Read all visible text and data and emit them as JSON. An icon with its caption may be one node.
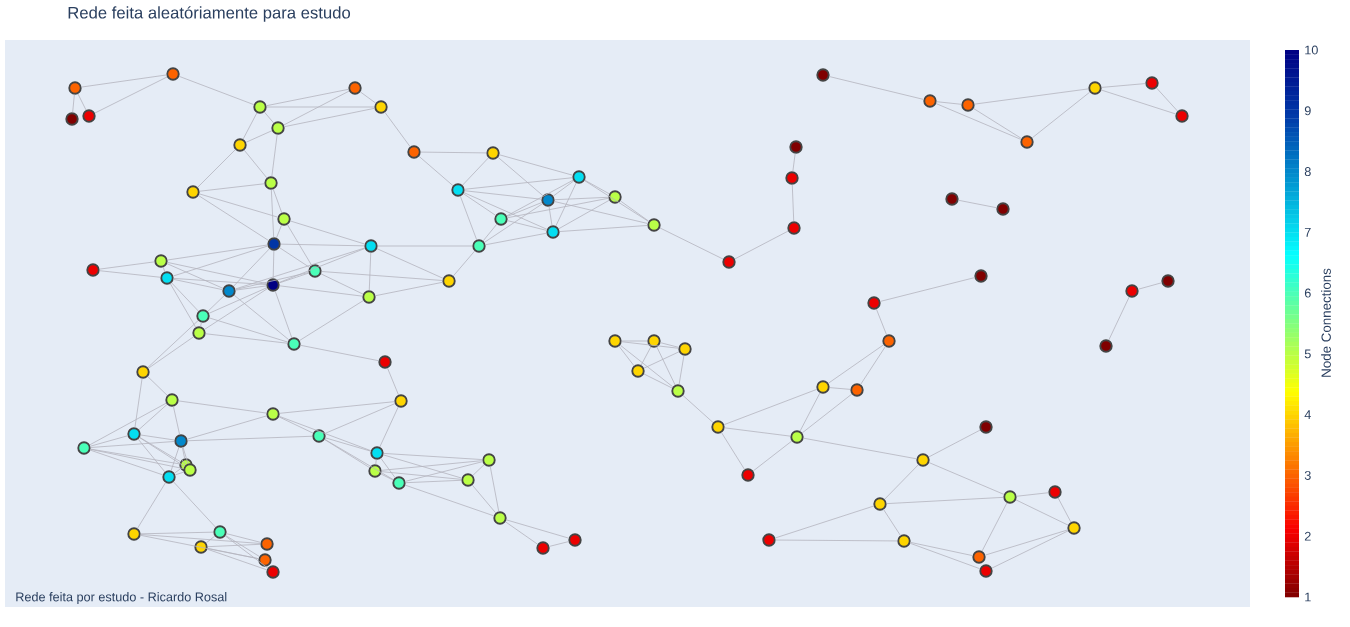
{
  "diagram": {
    "title": "Rede feita aleatóriamente para estudo",
    "caption": "Rede feita por estudo - Ricardo Rosal",
    "nodes": [
      {
        "text": [],
        "shape": "circle"
      },
      {
        "text": [],
        "shape": "circle"
      },
      {
        "text": [],
        "shape": "circle"
      },
      {
        "text": [],
        "shape": "circle"
      },
      {
        "text": [],
        "shape": "circle"
      },
      {
        "text": [],
        "shape": "circle"
      },
      {
        "text": [],
        "shape": "circle"
      },
      {
        "text": [],
        "shape": "circle"
      },
      {
        "text": [],
        "shape": "circle"
      },
      {
        "text": [],
        "shape": "circle"
      },
      {
        "text": [],
        "shape": "circle"
      },
      {
        "text": [],
        "shape": "circle"
      },
      {
        "text": [],
        "shape": "circle"
      },
      {
        "text": [],
        "shape": "circle"
      },
      {
        "text": [],
        "shape": "circle"
      },
      {
        "text": [],
        "shape": "circle"
      },
      {
        "text": [],
        "shape": "circle"
      },
      {
        "text": [],
        "shape": "circle"
      },
      {
        "text": [],
        "shape": "circle"
      },
      {
        "text": [],
        "shape": "circle"
      },
      {
        "text": [],
        "shape": "circle"
      },
      {
        "text": [],
        "shape": "circle"
      },
      {
        "text": [],
        "shape": "circle"
      },
      {
        "text": [],
        "shape": "circle"
      },
      {
        "text": [],
        "shape": "circle"
      },
      {
        "text": [],
        "shape": "circle"
      },
      {
        "text": [],
        "shape": "circle"
      },
      {
        "text": [],
        "shape": "circle"
      },
      {
        "text": [],
        "shape": "circle"
      },
      {
        "text": [],
        "shape": "circle"
      },
      {
        "text": [],
        "shape": "circle"
      },
      {
        "text": [],
        "shape": "circle"
      },
      {
        "text": [],
        "shape": "circle"
      },
      {
        "text": [],
        "shape": "circle"
      },
      {
        "text": [],
        "shape": "circle"
      },
      {
        "text": [],
        "shape": "circle"
      },
      {
        "text": [],
        "shape": "circle"
      },
      {
        "text": [],
        "shape": "circle"
      },
      {
        "text": [],
        "shape": "circle"
      },
      {
        "text": [],
        "shape": "circle"
      },
      {
        "text": [],
        "shape": "circle"
      },
      {
        "text": [],
        "shape": "circle"
      },
      {
        "text": [],
        "shape": "circle"
      },
      {
        "text": [],
        "shape": "circle"
      },
      {
        "text": [],
        "shape": "circle"
      },
      {
        "text": [],
        "shape": "circle"
      },
      {
        "text": [],
        "shape": "circle"
      },
      {
        "text": [],
        "shape": "circle"
      },
      {
        "text": [],
        "shape": "circle"
      },
      {
        "text": [],
        "shape": "circle"
      },
      {
        "text": [],
        "shape": "circle"
      },
      {
        "text": [],
        "shape": "circle"
      },
      {
        "text": [],
        "shape": "circle"
      },
      {
        "text": [],
        "shape": "circle"
      },
      {
        "text": [],
        "shape": "circle"
      },
      {
        "text": [],
        "shape": "circle"
      },
      {
        "text": [],
        "shape": "circle"
      },
      {
        "text": [],
        "shape": "circle"
      },
      {
        "text": [],
        "shape": "circle"
      },
      {
        "text": [],
        "shape": "circle"
      },
      {
        "text": [],
        "shape": "circle"
      },
      {
        "text": [],
        "shape": "circle"
      },
      {
        "text": [],
        "shape": "circle"
      },
      {
        "text": [],
        "shape": "circle"
      },
      {
        "text": [],
        "shape": "circle"
      },
      {
        "text": [],
        "shape": "circle"
      },
      {
        "text": [],
        "shape": "circle"
      },
      {
        "text": [],
        "shape": "circle"
      },
      {
        "text": [],
        "shape": "circle"
      },
      {
        "text": [],
        "shape": "circle"
      },
      {
        "text": [],
        "shape": "circle"
      },
      {
        "text": [],
        "shape": "circle"
      },
      {
        "text": [],
        "shape": "circle"
      },
      {
        "text": [],
        "shape": "circle"
      },
      {
        "text": [],
        "shape": "circle"
      },
      {
        "text": [],
        "shape": "circle"
      },
      {
        "text": [],
        "shape": "circle"
      },
      {
        "text": [],
        "shape": "circle"
      },
      {
        "text": [],
        "shape": "circle"
      },
      {
        "text": [],
        "shape": "circle"
      },
      {
        "text": [],
        "shape": "circle"
      },
      {
        "text": [],
        "shape": "circle"
      },
      {
        "text": [],
        "shape": "circle"
      },
      {
        "text": [],
        "shape": "circle"
      },
      {
        "text": [],
        "shape": "circle"
      },
      {
        "text": [],
        "shape": "circle"
      },
      {
        "text": [],
        "shape": "circle"
      },
      {
        "text": [],
        "shape": "circle"
      },
      {
        "text": [],
        "shape": "circle"
      },
      {
        "text": [],
        "shape": "circle"
      },
      {
        "text": [],
        "shape": "circle"
      },
      {
        "text": [],
        "shape": "circle"
      },
      {
        "text": [],
        "shape": "circle"
      },
      {
        "text": [],
        "shape": "circle"
      },
      {
        "text": [],
        "shape": "circle"
      },
      {
        "text": [],
        "shape": "circle"
      },
      {
        "text": [],
        "shape": "circle"
      },
      {
        "text": [],
        "shape": "circle"
      },
      {
        "text": [],
        "shape": "circle"
      },
      {
        "text": [],
        "shape": "circle"
      }
    ],
    "edges": [
      {
        "from": 0,
        "to": 1,
        "arrow": "none"
      },
      {
        "from": 0,
        "to": 2,
        "arrow": "none"
      },
      {
        "from": 0,
        "to": 3,
        "arrow": "none"
      },
      {
        "from": 2,
        "to": 3,
        "arrow": "none"
      },
      {
        "from": 3,
        "to": 4,
        "arrow": "none"
      },
      {
        "from": 4,
        "to": 5,
        "arrow": "none"
      },
      {
        "from": 4,
        "to": 6,
        "arrow": "none"
      },
      {
        "from": 4,
        "to": 7,
        "arrow": "none"
      },
      {
        "from": 4,
        "to": 8,
        "arrow": "none"
      },
      {
        "from": 5,
        "to": 7,
        "arrow": "none"
      },
      {
        "from": 5,
        "to": 6,
        "arrow": "none"
      },
      {
        "from": 6,
        "to": 7,
        "arrow": "none"
      },
      {
        "from": 6,
        "to": 9,
        "arrow": "none"
      },
      {
        "from": 7,
        "to": 8,
        "arrow": "none"
      },
      {
        "from": 7,
        "to": 10,
        "arrow": "none"
      },
      {
        "from": 8,
        "to": 10,
        "arrow": "none"
      },
      {
        "from": 8,
        "to": 11,
        "arrow": "none"
      },
      {
        "from": 11,
        "to": 10,
        "arrow": "none"
      },
      {
        "from": 11,
        "to": 12,
        "arrow": "none"
      },
      {
        "from": 11,
        "to": 13,
        "arrow": "none"
      },
      {
        "from": 10,
        "to": 13,
        "arrow": "none"
      },
      {
        "from": 10,
        "to": 12,
        "arrow": "none"
      },
      {
        "from": 12,
        "to": 13,
        "arrow": "none"
      },
      {
        "from": 12,
        "to": 14,
        "arrow": "none"
      },
      {
        "from": 12,
        "to": 20,
        "arrow": "none"
      },
      {
        "from": 13,
        "to": 14,
        "arrow": "none"
      },
      {
        "from": 13,
        "to": 16,
        "arrow": "none"
      },
      {
        "from": 13,
        "to": 17,
        "arrow": "none"
      },
      {
        "from": 13,
        "to": 19,
        "arrow": "none"
      },
      {
        "from": 13,
        "to": 20,
        "arrow": "none"
      },
      {
        "from": 13,
        "to": 18,
        "arrow": "none"
      },
      {
        "from": 14,
        "to": 33,
        "arrow": "none"
      },
      {
        "from": 14,
        "to": 21,
        "arrow": "none"
      },
      {
        "from": 14,
        "to": 22,
        "arrow": "none"
      },
      {
        "from": 14,
        "to": 19,
        "arrow": "none"
      },
      {
        "from": 14,
        "to": 18,
        "arrow": "none"
      },
      {
        "from": 15,
        "to": 16,
        "arrow": "none"
      },
      {
        "from": 15,
        "to": 17,
        "arrow": "none"
      },
      {
        "from": 16,
        "to": 19,
        "arrow": "none"
      },
      {
        "from": 16,
        "to": 18,
        "arrow": "none"
      },
      {
        "from": 16,
        "to": 17,
        "arrow": "none"
      },
      {
        "from": 17,
        "to": 19,
        "arrow": "none"
      },
      {
        "from": 17,
        "to": 18,
        "arrow": "none"
      },
      {
        "from": 17,
        "to": 23,
        "arrow": "none"
      },
      {
        "from": 17,
        "to": 24,
        "arrow": "none"
      },
      {
        "from": 18,
        "to": 19,
        "arrow": "none"
      },
      {
        "from": 18,
        "to": 20,
        "arrow": "none"
      },
      {
        "from": 18,
        "to": 25,
        "arrow": "none"
      },
      {
        "from": 18,
        "to": 23,
        "arrow": "none"
      },
      {
        "from": 19,
        "to": 20,
        "arrow": "none"
      },
      {
        "from": 19,
        "to": 21,
        "arrow": "none"
      },
      {
        "from": 19,
        "to": 25,
        "arrow": "none"
      },
      {
        "from": 19,
        "to": 23,
        "arrow": "none"
      },
      {
        "from": 19,
        "to": 24,
        "arrow": "none"
      },
      {
        "from": 20,
        "to": 22,
        "arrow": "none"
      },
      {
        "from": 20,
        "to": 21,
        "arrow": "none"
      },
      {
        "from": 21,
        "to": 22,
        "arrow": "none"
      },
      {
        "from": 21,
        "to": 25,
        "arrow": "none"
      },
      {
        "from": 22,
        "to": 33,
        "arrow": "none"
      },
      {
        "from": 23,
        "to": 25,
        "arrow": "none"
      },
      {
        "from": 24,
        "to": 25,
        "arrow": "none"
      },
      {
        "from": 23,
        "to": 24,
        "arrow": "none"
      },
      {
        "from": 23,
        "to": 74,
        "arrow": "none"
      },
      {
        "from": 24,
        "to": 74,
        "arrow": "none"
      },
      {
        "from": 25,
        "to": 90,
        "arrow": "none"
      },
      {
        "from": 9,
        "to": 26,
        "arrow": "none"
      },
      {
        "from": 9,
        "to": 27,
        "arrow": "none"
      },
      {
        "from": 26,
        "to": 27,
        "arrow": "none"
      },
      {
        "from": 26,
        "to": 28,
        "arrow": "none"
      },
      {
        "from": 26,
        "to": 29,
        "arrow": "none"
      },
      {
        "from": 27,
        "to": 28,
        "arrow": "none"
      },
      {
        "from": 27,
        "to": 29,
        "arrow": "none"
      },
      {
        "from": 27,
        "to": 32,
        "arrow": "none"
      },
      {
        "from": 27,
        "to": 33,
        "arrow": "none"
      },
      {
        "from": 27,
        "to": 31,
        "arrow": "none"
      },
      {
        "from": 28,
        "to": 29,
        "arrow": "none"
      },
      {
        "from": 28,
        "to": 30,
        "arrow": "none"
      },
      {
        "from": 28,
        "to": 34,
        "arrow": "none"
      },
      {
        "from": 28,
        "to": 32,
        "arrow": "none"
      },
      {
        "from": 28,
        "to": 31,
        "arrow": "none"
      },
      {
        "from": 29,
        "to": 30,
        "arrow": "none"
      },
      {
        "from": 29,
        "to": 31,
        "arrow": "none"
      },
      {
        "from": 29,
        "to": 32,
        "arrow": "none"
      },
      {
        "from": 29,
        "to": 33,
        "arrow": "none"
      },
      {
        "from": 29,
        "to": 34,
        "arrow": "none"
      },
      {
        "from": 30,
        "to": 34,
        "arrow": "none"
      },
      {
        "from": 30,
        "to": 32,
        "arrow": "none"
      },
      {
        "from": 30,
        "to": 31,
        "arrow": "none"
      },
      {
        "from": 31,
        "to": 32,
        "arrow": "none"
      },
      {
        "from": 31,
        "to": 33,
        "arrow": "none"
      },
      {
        "from": 32,
        "to": 33,
        "arrow": "none"
      },
      {
        "from": 32,
        "to": 34,
        "arrow": "none"
      },
      {
        "from": 34,
        "to": 35,
        "arrow": "none"
      },
      {
        "from": 35,
        "to": 38,
        "arrow": "none"
      },
      {
        "from": 36,
        "to": 37,
        "arrow": "none"
      },
      {
        "from": 37,
        "to": 38,
        "arrow": "none"
      },
      {
        "from": 39,
        "to": 40,
        "arrow": "none"
      },
      {
        "from": 40,
        "to": 41,
        "arrow": "none"
      },
      {
        "from": 40,
        "to": 42,
        "arrow": "none"
      },
      {
        "from": 41,
        "to": 42,
        "arrow": "none"
      },
      {
        "from": 41,
        "to": 43,
        "arrow": "none"
      },
      {
        "from": 42,
        "to": 43,
        "arrow": "none"
      },
      {
        "from": 43,
        "to": 44,
        "arrow": "none"
      },
      {
        "from": 43,
        "to": 45,
        "arrow": "none"
      },
      {
        "from": 44,
        "to": 45,
        "arrow": "none"
      },
      {
        "from": 46,
        "to": 47,
        "arrow": "none"
      },
      {
        "from": 48,
        "to": 49,
        "arrow": "none"
      },
      {
        "from": 49,
        "to": 50,
        "arrow": "none"
      },
      {
        "from": 50,
        "to": 51,
        "arrow": "none"
      },
      {
        "from": 50,
        "to": 52,
        "arrow": "none"
      },
      {
        "from": 51,
        "to": 52,
        "arrow": "none"
      },
      {
        "from": 51,
        "to": 53,
        "arrow": "none"
      },
      {
        "from": 51,
        "to": 54,
        "arrow": "none"
      },
      {
        "from": 52,
        "to": 54,
        "arrow": "none"
      },
      {
        "from": 53,
        "to": 54,
        "arrow": "none"
      },
      {
        "from": 53,
        "to": 55,
        "arrow": "none"
      },
      {
        "from": 54,
        "to": 55,
        "arrow": "none"
      },
      {
        "from": 54,
        "to": 56,
        "arrow": "none"
      },
      {
        "from": 56,
        "to": 57,
        "arrow": "none"
      },
      {
        "from": 56,
        "to": 58,
        "arrow": "none"
      },
      {
        "from": 56,
        "to": 59,
        "arrow": "none"
      },
      {
        "from": 58,
        "to": 59,
        "arrow": "none"
      },
      {
        "from": 58,
        "to": 60,
        "arrow": "none"
      },
      {
        "from": 58,
        "to": 61,
        "arrow": "none"
      },
      {
        "from": 60,
        "to": 61,
        "arrow": "none"
      },
      {
        "from": 61,
        "to": 62,
        "arrow": "none"
      },
      {
        "from": 61,
        "to": 63,
        "arrow": "none"
      },
      {
        "from": 59,
        "to": 64,
        "arrow": "none"
      },
      {
        "from": 59,
        "to": 65,
        "arrow": "none"
      },
      {
        "from": 59,
        "to": 62,
        "arrow": "none"
      },
      {
        "from": 64,
        "to": 65,
        "arrow": "none"
      },
      {
        "from": 65,
        "to": 62,
        "arrow": "none"
      },
      {
        "from": 65,
        "to": 63,
        "arrow": "none"
      },
      {
        "from": 66,
        "to": 67,
        "arrow": "none"
      },
      {
        "from": 66,
        "to": 68,
        "arrow": "none"
      },
      {
        "from": 69,
        "to": 70,
        "arrow": "none"
      },
      {
        "from": 69,
        "to": 71,
        "arrow": "none"
      },
      {
        "from": 69,
        "to": 72,
        "arrow": "none"
      },
      {
        "from": 69,
        "to": 73,
        "arrow": "none"
      },
      {
        "from": 70,
        "to": 71,
        "arrow": "none"
      },
      {
        "from": 70,
        "to": 72,
        "arrow": "none"
      },
      {
        "from": 70,
        "to": 73,
        "arrow": "none"
      },
      {
        "from": 71,
        "to": 72,
        "arrow": "none"
      },
      {
        "from": 71,
        "to": 73,
        "arrow": "none"
      },
      {
        "from": 72,
        "to": 73,
        "arrow": "none"
      },
      {
        "from": 73,
        "to": 53,
        "arrow": "none"
      },
      {
        "from": 74,
        "to": 75,
        "arrow": "none"
      },
      {
        "from": 74,
        "to": 78,
        "arrow": "none"
      },
      {
        "from": 75,
        "to": 76,
        "arrow": "none"
      },
      {
        "from": 75,
        "to": 79,
        "arrow": "none"
      },
      {
        "from": 75,
        "to": 80,
        "arrow": "none"
      },
      {
        "from": 75,
        "to": 78,
        "arrow": "none"
      },
      {
        "from": 76,
        "to": 79,
        "arrow": "none"
      },
      {
        "from": 76,
        "to": 77,
        "arrow": "none"
      },
      {
        "from": 76,
        "to": 91,
        "arrow": "none"
      },
      {
        "from": 77,
        "to": 91,
        "arrow": "none"
      },
      {
        "from": 79,
        "to": 77,
        "arrow": "none"
      },
      {
        "from": 78,
        "to": 79,
        "arrow": "none"
      },
      {
        "from": 78,
        "to": 80,
        "arrow": "none"
      },
      {
        "from": 78,
        "to": 83,
        "arrow": "none"
      },
      {
        "from": 78,
        "to": 81,
        "arrow": "none"
      },
      {
        "from": 78,
        "to": 82,
        "arrow": "none"
      },
      {
        "from": 80,
        "to": 79,
        "arrow": "none"
      },
      {
        "from": 80,
        "to": 81,
        "arrow": "none"
      },
      {
        "from": 80,
        "to": 82,
        "arrow": "none"
      },
      {
        "from": 80,
        "to": 83,
        "arrow": "none"
      },
      {
        "from": 79,
        "to": 83,
        "arrow": "none"
      },
      {
        "from": 79,
        "to": 81,
        "arrow": "none"
      },
      {
        "from": 79,
        "to": 82,
        "arrow": "none"
      },
      {
        "from": 83,
        "to": 81,
        "arrow": "none"
      },
      {
        "from": 83,
        "to": 82,
        "arrow": "none"
      },
      {
        "from": 81,
        "to": 82,
        "arrow": "none"
      },
      {
        "from": 83,
        "to": 84,
        "arrow": "none"
      },
      {
        "from": 83,
        "to": 85,
        "arrow": "none"
      },
      {
        "from": 84,
        "to": 85,
        "arrow": "none"
      },
      {
        "from": 84,
        "to": 87,
        "arrow": "none"
      },
      {
        "from": 84,
        "to": 88,
        "arrow": "none"
      },
      {
        "from": 85,
        "to": 86,
        "arrow": "none"
      },
      {
        "from": 85,
        "to": 87,
        "arrow": "none"
      },
      {
        "from": 85,
        "to": 88,
        "arrow": "none"
      },
      {
        "from": 85,
        "to": 89,
        "arrow": "none"
      },
      {
        "from": 86,
        "to": 87,
        "arrow": "none"
      },
      {
        "from": 86,
        "to": 89,
        "arrow": "none"
      },
      {
        "from": 86,
        "to": 88,
        "arrow": "none"
      },
      {
        "from": 90,
        "to": 91,
        "arrow": "none"
      },
      {
        "from": 91,
        "to": 92,
        "arrow": "none"
      },
      {
        "from": 92,
        "to": 76,
        "arrow": "none"
      },
      {
        "from": 92,
        "to": 77,
        "arrow": "none"
      },
      {
        "from": 92,
        "to": 93,
        "arrow": "none"
      },
      {
        "from": 92,
        "to": 94,
        "arrow": "none"
      },
      {
        "from": 92,
        "to": 95,
        "arrow": "none"
      },
      {
        "from": 92,
        "to": 96,
        "arrow": "none"
      },
      {
        "from": 93,
        "to": 77,
        "arrow": "none"
      },
      {
        "from": 93,
        "to": 95,
        "arrow": "none"
      },
      {
        "from": 93,
        "to": 96,
        "arrow": "none"
      },
      {
        "from": 94,
        "to": 77,
        "arrow": "none"
      },
      {
        "from": 94,
        "to": 95,
        "arrow": "none"
      },
      {
        "from": 94,
        "to": 96,
        "arrow": "none"
      },
      {
        "from": 94,
        "to": 97,
        "arrow": "none"
      },
      {
        "from": 93,
        "to": 94,
        "arrow": "none"
      },
      {
        "from": 95,
        "to": 96,
        "arrow": "none"
      },
      {
        "from": 95,
        "to": 97,
        "arrow": "none"
      },
      {
        "from": 96,
        "to": 97,
        "arrow": "none"
      },
      {
        "from": 97,
        "to": 98,
        "arrow": "none"
      },
      {
        "from": 97,
        "to": 99,
        "arrow": "none"
      },
      {
        "from": 98,
        "to": 99,
        "arrow": "none"
      }
    ],
    "labels": [
      "10",
      "9",
      "8",
      "7",
      "6",
      "5",
      "4",
      "3",
      "2",
      "1",
      "Node Connections"
    ]
  }
}
